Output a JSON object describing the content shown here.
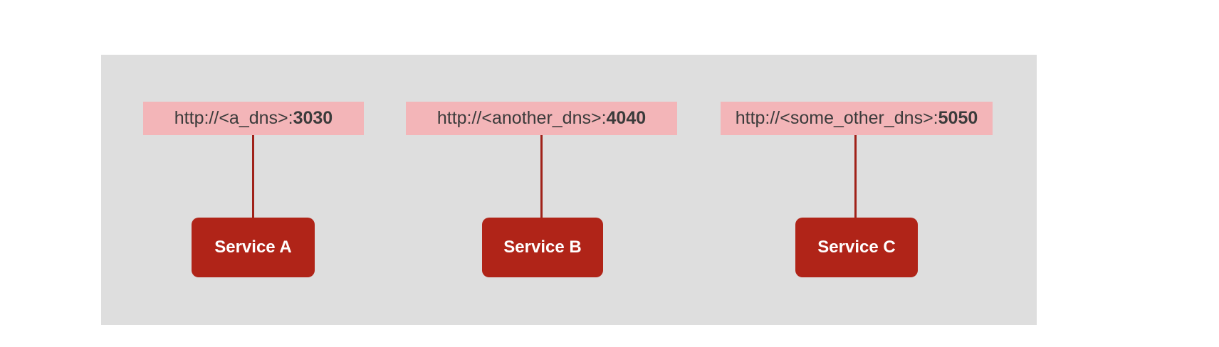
{
  "diagram": {
    "title": "services-endpoints-diagram",
    "services": [
      {
        "url_prefix": "http://<a_dns>:",
        "port": "3030",
        "name": "Service A"
      },
      {
        "url_prefix": "http://<another_dns>:",
        "port": "4040",
        "name": "Service B"
      },
      {
        "url_prefix": "http://<some_other_dns>:",
        "port": "5050",
        "name": "Service C"
      }
    ],
    "colors": {
      "canvas_bg": "#ffffff",
      "panel_bg": "#dedede",
      "label_bg": "#f3b5b8",
      "label_text": "#3b3b3b",
      "node_bg": "#b02418",
      "node_text": "#ffffff",
      "connector": "#a02219"
    }
  }
}
